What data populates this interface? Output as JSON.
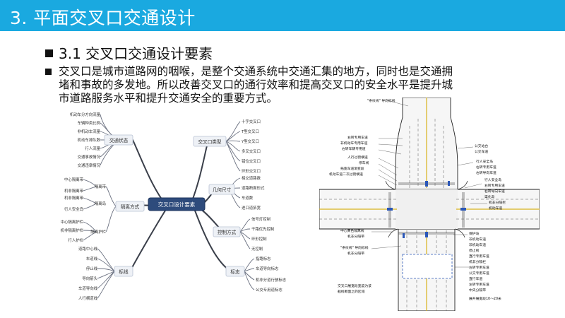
{
  "title": "3. 平面交叉口交通设计",
  "section": {
    "heading": "3.1 交叉口交通设计要素"
  },
  "paragraph": {
    "lines": [
      "交叉口是城市道路网的咽喉，是整个交通系统中交通汇集的地方，同时也是交通拥",
      "堵和事故的多发地。所以改善交叉口的通行效率和提高交叉口的安全水平是提升城",
      "市道路服务水平和提升交通安全的重要方式。"
    ]
  },
  "mindmap": {
    "center": "交叉口设计要素",
    "branches": [
      {
        "label": "交通状态",
        "leaves": [
          "机动车分方向流量",
          "车辆种类比例",
          "非机动车流量",
          "机动车排队数",
          "行人流量",
          "交通事故情况",
          "交通违章情况"
        ]
      },
      {
        "label": "隔离方式",
        "leaves": [
          "中心隔离带",
          "机非隔离带",
          "隔离带",
          "机非隔离带",
          "行人安全岛",
          "隔离岛",
          "中心隔离护栏",
          "机非隔离护栏",
          "行人护栏",
          "隔离护栏"
        ]
      },
      {
        "label": "标线",
        "leaves": [
          "道路中心线",
          "车道线",
          "停止线",
          "导向箭头",
          "车道导向线",
          "人行横道线"
        ]
      },
      {
        "label": "交叉口类型",
        "leaves": [
          "十字交叉口",
          "T型交叉口",
          "Y型交叉口",
          "多叉交叉口",
          "错位交叉口",
          "环形交叉口"
        ]
      },
      {
        "label": "几何尺寸",
        "leaves": [
          "相交道路数",
          "道路断面形式",
          "车道数",
          "进口道拓宽"
        ]
      },
      {
        "label": "控制方式",
        "leaves": [
          "信号灯控制",
          "干路优先控制",
          "环形控制",
          "无控制"
        ]
      },
      {
        "label": "标志",
        "leaves": [
          "指路标志",
          "车道导向标志",
          "机非分道行驶标志",
          "公交专用道标志"
        ]
      }
    ]
  },
  "plan": {
    "labels": [
      "\"条纹线\" 导向标线",
      "右转专用车道",
      "非机动车专用车道",
      "右转车辆专用道",
      "人行过街横道",
      "停车线",
      "拓宽车道渐变段",
      "机动车道二次过街横道",
      "公交站台",
      "公交车道",
      "行人安全岛",
      "右转专用车道",
      "右转导向车道",
      "行人安全岛",
      "右转专用车道",
      "右转导向车道",
      "渠化岛",
      "机非分隔栏",
      "机动车道",
      "中心黄色隔离线",
      "机非分隔带",
      "\"条纹线\" 导向标线",
      "机非分隔带",
      "保护岛",
      "非机动车道",
      "非机动车道",
      "停止线",
      "直行专用车道",
      "机非分隔栏",
      "右转专用车道",
      "公交专用车道",
      "直行车道",
      "左转专用车道",
      "中央分隔带",
      "交叉口展宽段宽度为该",
      "截线断面之的区域",
      "展开展宽段10～20米"
    ]
  }
}
